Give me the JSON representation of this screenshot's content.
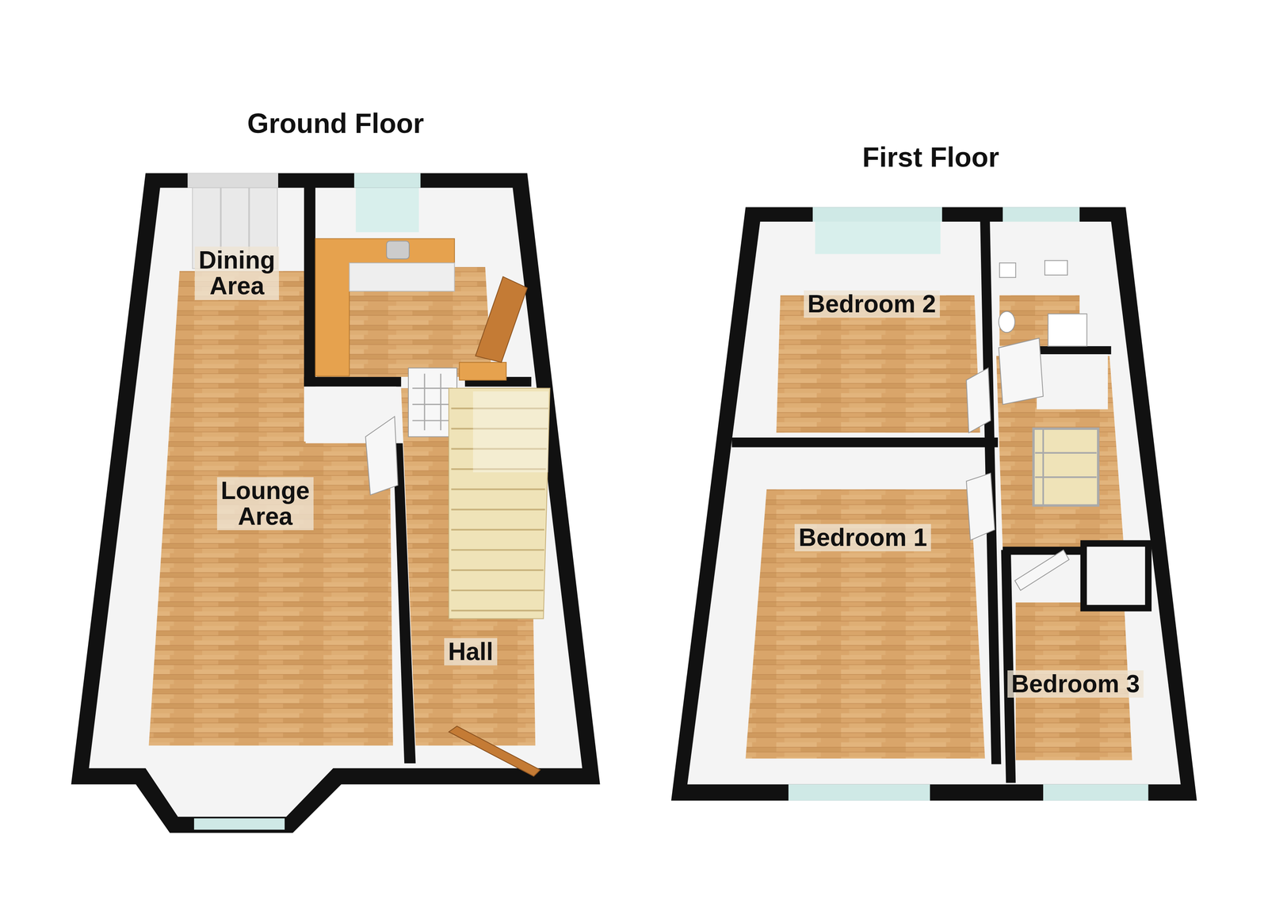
{
  "diagram": {
    "nodes": [
      {
        "text": [
          "Ground Floor"
        ]
      },
      {
        "text": [
          "Dining Area"
        ],
        "in": 0
      },
      {
        "text": [
          "Lounge Area"
        ],
        "in": 0
      },
      {
        "text": [
          "Hall"
        ],
        "in": 0
      },
      {
        "text": [
          "First Floor"
        ]
      },
      {
        "text": [
          "Bedroom 2"
        ],
        "in": 4
      },
      {
        "text": [
          "Bedroom 1"
        ],
        "in": 4
      },
      {
        "text": [
          "Bedroom 3"
        ],
        "in": 4
      }
    ]
  }
}
